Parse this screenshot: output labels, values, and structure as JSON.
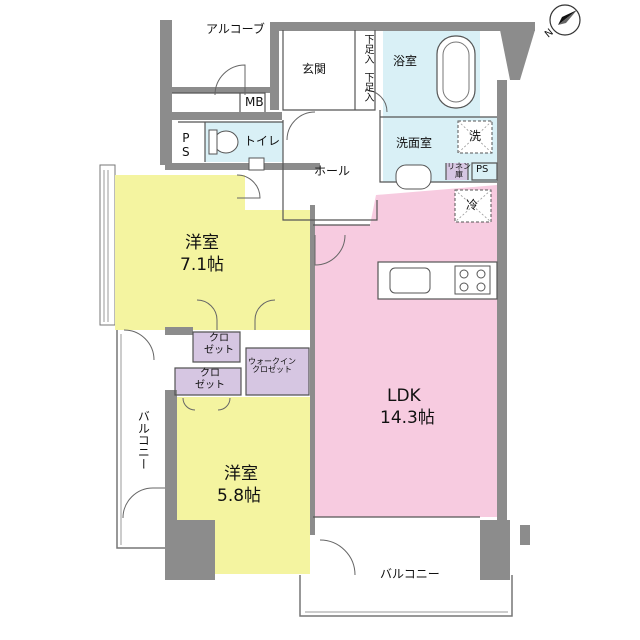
{
  "colors": {
    "wall": "#8c8c8c",
    "ldk": "#f7cbe0",
    "western": "#f4f4a0",
    "closet": "#d6c6e2",
    "wet": "#d9f0f6",
    "line": "#555555"
  },
  "compass": {
    "north_label": "N"
  },
  "rooms": {
    "alcove": "アルコーブ",
    "mb": "MB",
    "genkan": "玄関",
    "shoe1": "下足入",
    "shoe2": "下足入",
    "bath": "浴室",
    "ps_top": "P\nS",
    "toilet": "トイレ",
    "washroom": "洗面室",
    "washer": "洗",
    "linen": "リネン\n庫",
    "ps_right": "PS",
    "hall": "ホール",
    "fridge": "冷",
    "western1_name": "洋室",
    "western1_size": "7.1帖",
    "closet1": "クロ\nゼット",
    "closet2": "クロ\nゼット",
    "walkin": "ウォークイン\nクロゼット",
    "ldk_name": "LDK",
    "ldk_size": "14.3帖",
    "western2_name": "洋室",
    "western2_size": "5.8帖",
    "balcony_side": "バルコニー",
    "balcony_bottom": "バルコニー"
  }
}
